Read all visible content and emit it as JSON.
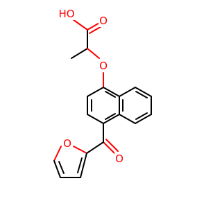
{
  "molecule": {
    "atoms": {
      "carboxyl_oh": "HO",
      "carbonyl_o_acid": "O",
      "ether_o": "O",
      "ketone_o": "O",
      "furan_o": "O"
    }
  },
  "colors": {
    "oxygen": "#ff0000",
    "bond": "#000000",
    "background": "#ffffff"
  }
}
